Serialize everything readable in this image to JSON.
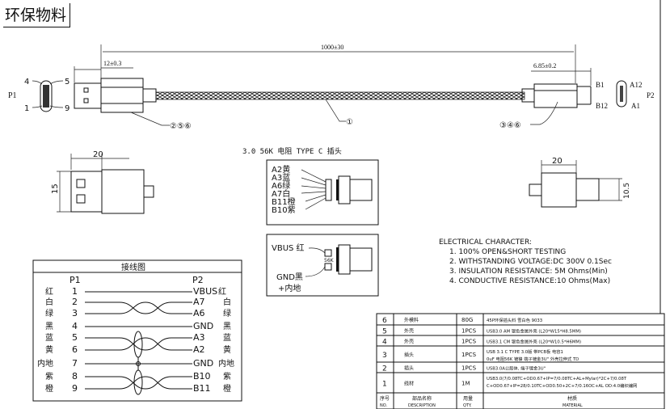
{
  "title": "环保物料",
  "overview": {
    "overall_length": "1000±30",
    "usb_a_dim": "12±0.3",
    "type_c_dim": "6.85±0.2",
    "p1_label": "P1",
    "p1_pins": [
      "4",
      "5",
      "1",
      "9"
    ],
    "p2_label": "P2",
    "p2_pins": [
      "B1",
      "A12",
      "B12",
      "A1"
    ],
    "callout_left": "②⑤⑥",
    "callout_cable": "①",
    "callout_right": "③④⑥"
  },
  "side_views": {
    "left_width": "20",
    "left_height": "15",
    "right_width": "20",
    "right_height": "10.5"
  },
  "type_c_header": "3.0 56K 电阻 TYPE C 插头",
  "type_c_top_pins": [
    "A2黄",
    "A3蓝",
    "A6绿",
    "A7白",
    "B11橙",
    "B10紫"
  ],
  "type_c_bottom": {
    "vbus": "VBUS 红",
    "gnd": "GND黑",
    "inner": "+内地",
    "resistor": "56K"
  },
  "electrical": {
    "heading": "ELECTRICAL CHARACTER:",
    "items": [
      "1. 100% OPEN&SHORT TESTING",
      "2. WITHSTANDING VOLTAGE:DC 300V 0.1Sec",
      "3. INSULATION RESISTANCE: 5M Ohms(Min)",
      "4. CONDUCTIVE RESISTANCE:10 Ohms(Max)"
    ]
  },
  "wiring": {
    "title": "接线图",
    "p1": "P1",
    "p2": "P2",
    "rows": [
      {
        "color_l": "红",
        "pin": "1",
        "sig": "VBUS",
        "color_r": "红"
      },
      {
        "color_l": "白",
        "pin": "2",
        "sig": "A7",
        "color_r": "白"
      },
      {
        "color_l": "绿",
        "pin": "3",
        "sig": "A6",
        "color_r": "绿"
      },
      {
        "color_l": "黑",
        "pin": "4",
        "sig": "GND",
        "color_r": "黑"
      },
      {
        "color_l": "蓝",
        "pin": "5",
        "sig": "A3",
        "color_r": "蓝"
      },
      {
        "color_l": "黄",
        "pin": "6",
        "sig": "A2",
        "color_r": "黄"
      },
      {
        "color_l": "内地",
        "pin": "7",
        "sig": "GND",
        "color_r": "内地"
      },
      {
        "color_l": "紫",
        "pin": "8",
        "sig": "B10",
        "color_r": "紫"
      },
      {
        "color_l": "橙",
        "pin": "9",
        "sig": "B11",
        "color_r": "橙"
      }
    ]
  },
  "bom": {
    "rows": [
      {
        "no": "6",
        "name": "外模料",
        "qty": "80G",
        "material": "45P环保插头料 雪白色 9033"
      },
      {
        "no": "5",
        "name": "外壳",
        "qty": "1PCS",
        "material": "USB3.0 AM 银色金属外壳 (L20*W15*H8.5MM)"
      },
      {
        "no": "4",
        "name": "外壳",
        "qty": "1PCS",
        "material": "USB3.1 CM 银色金属外壳 (L20*W10.5*H6MM)"
      },
      {
        "no": "3",
        "name": "插头",
        "qty": "1PCS",
        "material": "USB 3.1 C TYPE 3.0版 带PCB板 电容10uF 电阻56K 镀镍 端子镀金3U\" 外壳拉伸式 TD"
      },
      {
        "no": "2",
        "name": "插头",
        "qty": "1PCS",
        "material": "USB3.0A公胶体, 端子镀金3U\""
      },
      {
        "no": "1",
        "name": "线材",
        "qty": "1M",
        "material": "USB3.0(7/0.08TC+OD0.67+IP=7/0.08TC+AL+Mylar)*2C+7/0.08TC+OD0.67+IP=28/0.10TC+OD0.50+2C+7/0.16OC+AL OD:4.0编织编网"
      }
    ],
    "header": {
      "no_cn": "序号",
      "no_en": "NO.",
      "name_cn": "部品名称",
      "name_en": "DESCRIPTION",
      "qty_cn": "用量",
      "qty_en": "QTY.",
      "material_cn": "材质",
      "material_en": "MATERIAL"
    }
  }
}
